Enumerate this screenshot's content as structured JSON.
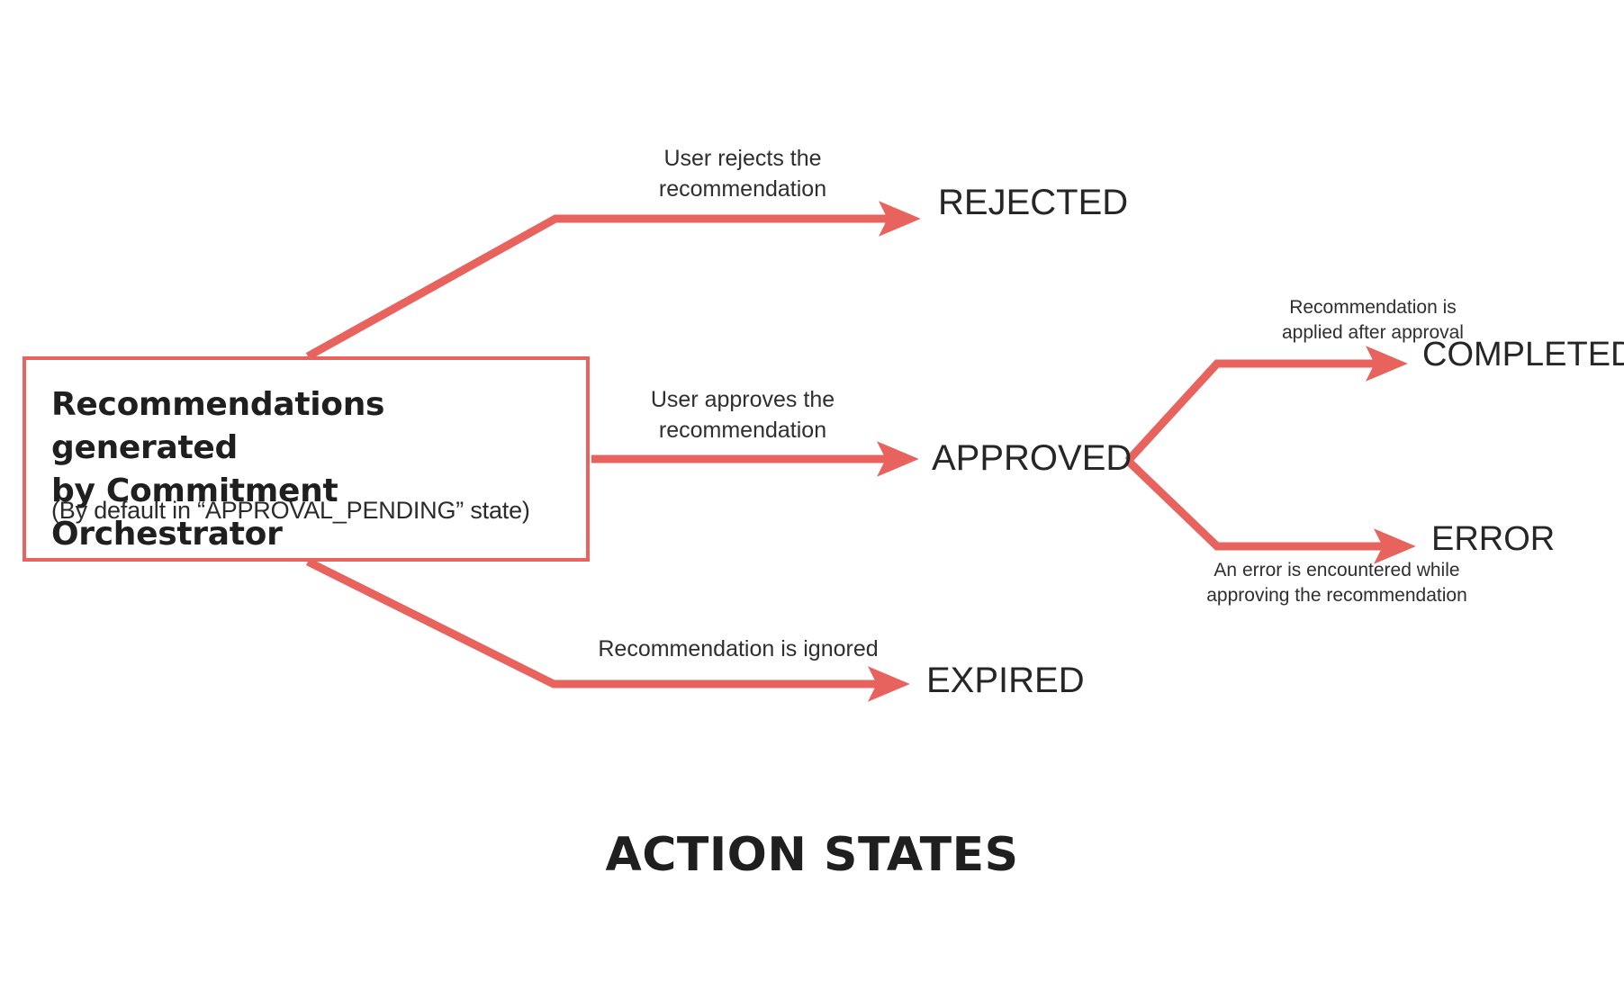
{
  "diagram": {
    "title": "ACTION STATES",
    "accent_color": "#e8635e",
    "text_color": "#262626",
    "background": "#ffffff",
    "type": "flowchart-state-diagram"
  },
  "source": {
    "name": "source-node",
    "title": "Recommendations generated\nby Commitment Orchestrator",
    "subtitle": "(By default in “APPROVAL_PENDING” state)",
    "border_color": "#e8635e"
  },
  "states": {
    "rejected": "REJECTED",
    "approved": "APPROVED",
    "expired": "EXPIRED",
    "completed": "COMPLETED",
    "error": "ERROR"
  },
  "transitions": {
    "to_rejected": "User rejects the\nrecommendation",
    "to_approved": "User approves the\nrecommendation",
    "to_expired": "Recommendation is ignored",
    "to_completed": "Recommendation is\napplied after approval",
    "to_error": "An error is encountered while\napproving the recommendation"
  }
}
